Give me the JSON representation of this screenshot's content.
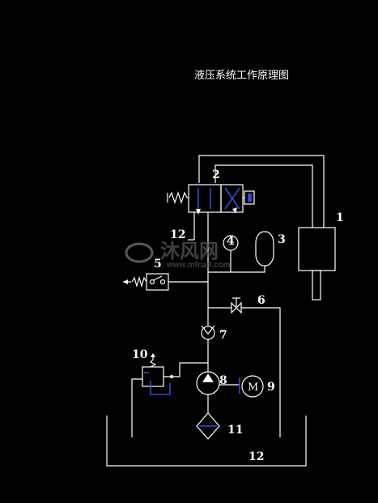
{
  "title": "液压系统工作原理图",
  "components": [
    {
      "id": "1",
      "label": "1"
    },
    {
      "id": "2",
      "label": "2"
    },
    {
      "id": "3",
      "label": "3"
    },
    {
      "id": "4",
      "label": "4"
    },
    {
      "id": "5",
      "label": "5"
    },
    {
      "id": "6",
      "label": "6"
    },
    {
      "id": "7",
      "label": "7"
    },
    {
      "id": "8",
      "label": "8"
    },
    {
      "id": "9",
      "label": "9"
    },
    {
      "id": "10",
      "label": "10"
    },
    {
      "id": "11",
      "label": "11"
    },
    {
      "id": "12a",
      "label": "12"
    },
    {
      "id": "12b",
      "label": "12"
    }
  ],
  "motor_symbol": "M",
  "watermark": {
    "brand": "沐风网",
    "url": "www.mfcad.com"
  }
}
